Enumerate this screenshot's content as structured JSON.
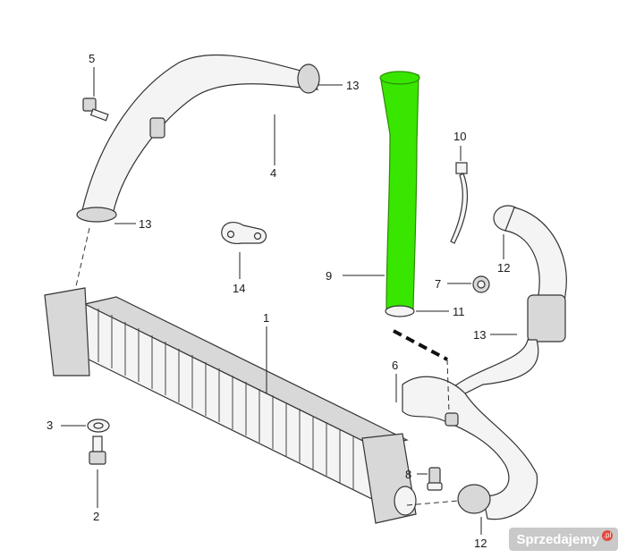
{
  "callouts": {
    "c1": "1",
    "c2": "2",
    "c3": "3",
    "c4": "4",
    "c5": "5",
    "c6": "6",
    "c7": "7",
    "c8": "8",
    "c9": "9",
    "c10": "10",
    "c11": "11",
    "c12a": "12",
    "c12b": "12",
    "c13a": "13",
    "c13b": "13",
    "c13c": "13",
    "c14": "14"
  },
  "highlight_color": "#39e600",
  "watermark": {
    "text": "Sprzedajemy",
    "suffix": ".pl"
  }
}
